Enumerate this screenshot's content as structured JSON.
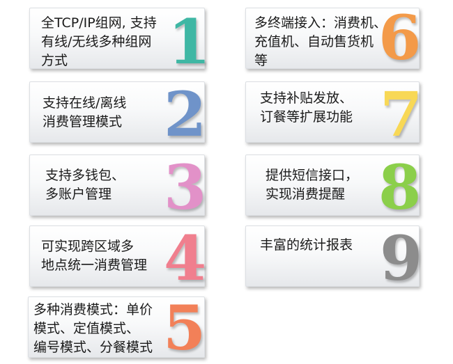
{
  "cards": [
    {
      "number": "1",
      "color": "#3fb7a4",
      "lines": [
        "全TCP/IP组网, 支持",
        "有线/无线多种组网",
        "方式"
      ]
    },
    {
      "number": "2",
      "color": "#6f93c9",
      "lines": [
        "支持在线/离线",
        "消费管理模式"
      ]
    },
    {
      "number": "3",
      "color": "#e291c8",
      "lines": [
        "支持多钱包、",
        "多账户管理"
      ]
    },
    {
      "number": "4",
      "color": "#f07f8e",
      "lines": [
        "可实现跨区域多",
        "地点统一消费管理"
      ]
    },
    {
      "number": "5",
      "color": "#f28058",
      "lines": [
        "多种消费模式：单价",
        "模式、定值模式、",
        "编号模式、分餐模式"
      ]
    },
    {
      "number": "6",
      "color": "#f39a49",
      "lines": [
        "多终端接入：消费机、",
        "充值机、自动售货机",
        "等"
      ]
    },
    {
      "number": "7",
      "color": "#f8d856",
      "lines": [
        "支持补贴发放、",
        "订餐等扩展功能"
      ]
    },
    {
      "number": "8",
      "color": "#8bcf4a",
      "lines": [
        "提供短信接口，",
        "实现消费提醒"
      ]
    },
    {
      "number": "9",
      "color": "#8c8c8c",
      "lines": [
        "丰富的统计报表"
      ]
    }
  ]
}
